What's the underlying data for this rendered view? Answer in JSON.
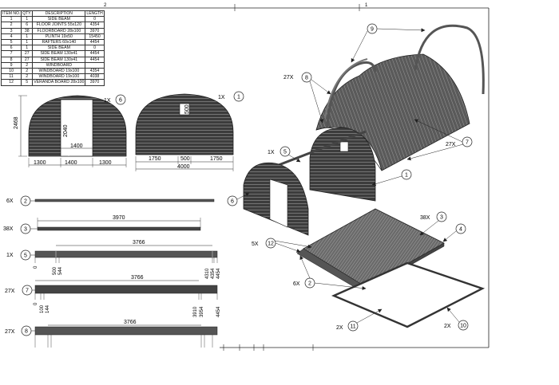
{
  "bom": {
    "headers": [
      "ITEM NO.",
      "QTY.",
      "DESCRIPTION",
      "LENGTH"
    ],
    "rows": [
      [
        "1",
        "1",
        "SIDE BEAM",
        "0"
      ],
      [
        "2",
        "6",
        "FLOOR JOINTS 55x120",
        "4354"
      ],
      [
        "3",
        "38",
        "FLOORBOARD 28x100",
        "3970"
      ],
      [
        "4",
        "1",
        "PLINTH 19x50",
        "15450"
      ],
      [
        "5",
        "1",
        "RAFTERS 60x140",
        "4454"
      ],
      [
        "6",
        "1",
        "SIDE BEAM",
        "0"
      ],
      [
        "7",
        "27",
        "SIDE BEAM 130x41",
        "4454"
      ],
      [
        "8",
        "27",
        "SIDE BEAM 130x41",
        "4454"
      ],
      [
        "9",
        "2",
        "WINDBOARD",
        ""
      ],
      [
        "10",
        "2",
        "WINDBOARD 19x100",
        "4354"
      ],
      [
        "11",
        "2",
        "WINDBOARD 19x100",
        "4038"
      ],
      [
        "12",
        "5",
        "VERANDA BOARD 28x100",
        "3970"
      ]
    ]
  },
  "border": {
    "top_a": "2",
    "top_b": "1"
  },
  "front_view": {
    "callout_qty": "1X",
    "callout_item": "6",
    "height": "2468",
    "door_height": "2040",
    "door_width": "1400",
    "base_left": "1300",
    "base_mid": "1400",
    "base_right": "1300"
  },
  "back_view": {
    "callout_qty": "1X",
    "callout_item": "1",
    "window": "500",
    "base_left": "1750",
    "base_mid": "500",
    "base_right": "1750",
    "total": "4000"
  },
  "parts": {
    "p2": {
      "qty": "6X",
      "item": "2"
    },
    "p3": {
      "qty": "38X",
      "item": "3",
      "length": "3970"
    },
    "p5": {
      "qty": "1X",
      "item": "5",
      "length": "3766",
      "ticks": [
        "0",
        "500",
        "544",
        "4310",
        "4354",
        "4454"
      ]
    },
    "p7": {
      "qty": "27X",
      "item": "7",
      "length": "3766",
      "ticks": [
        "0",
        "100",
        "144",
        "3910",
        "3954",
        "4454"
      ]
    },
    "p8": {
      "qty": "27X",
      "item": "8",
      "length": "3766"
    }
  },
  "iso": {
    "c9": "9",
    "c8_qty": "27X",
    "c8": "8",
    "c7_qty": "27X",
    "c7": "7",
    "c5_qty": "1X",
    "c5": "5",
    "c1": "1",
    "c6": "6",
    "c3_qty": "38X",
    "c3": "3",
    "c4": "4",
    "c12_qty": "5X",
    "c12": "12",
    "c2_qty": "6X",
    "c2": "2",
    "c11_qty": "2X",
    "c11": "11",
    "c10_qty": "2X",
    "c10": "10"
  }
}
